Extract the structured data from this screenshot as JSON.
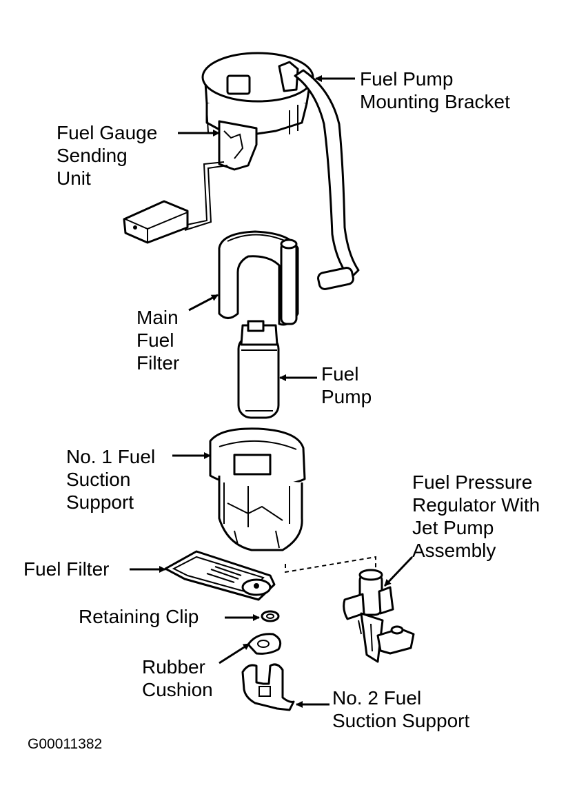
{
  "labels": {
    "mounting_bracket": [
      "Fuel Pump",
      "Mounting Bracket"
    ],
    "gauge_sending_unit": [
      "Fuel Gauge",
      "Sending",
      "Unit"
    ],
    "main_fuel_filter": [
      "Main",
      "Fuel",
      "Filter"
    ],
    "fuel_pump": [
      "Fuel",
      "Pump"
    ],
    "no1_suction_support": [
      "No. 1 Fuel",
      "Suction",
      "Support"
    ],
    "pressure_regulator": [
      "Fuel Pressure",
      "Regulator With",
      "Jet Pump",
      "Assembly"
    ],
    "fuel_filter": [
      "Fuel Filter"
    ],
    "retaining_clip": [
      "Retaining Clip"
    ],
    "rubber_cushion": [
      "Rubber",
      "Cushion"
    ],
    "no2_suction_support": [
      "No. 2 Fuel",
      "Suction Support"
    ]
  },
  "figure_id": "G00011382"
}
